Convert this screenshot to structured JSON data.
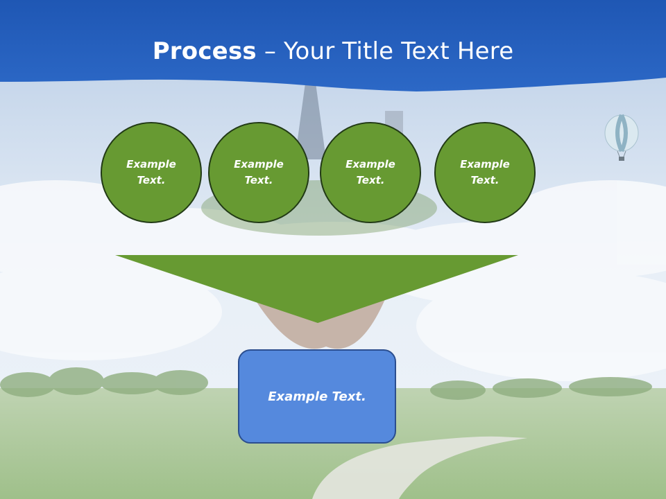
{
  "slide": {
    "title_bold": "Process",
    "title_rest": " – Your Title Text Here",
    "steps": [
      {
        "label": "Example Text."
      },
      {
        "label": "Example Text."
      },
      {
        "label": "Example Text."
      },
      {
        "label": "Example Text."
      }
    ],
    "result_label": "Example Text."
  },
  "colors": {
    "header_blue": "#2a63c0",
    "step_green": "#679a32",
    "result_blue": "#5589dd"
  },
  "icons": {
    "balloon": "hot-air-balloon-icon"
  }
}
